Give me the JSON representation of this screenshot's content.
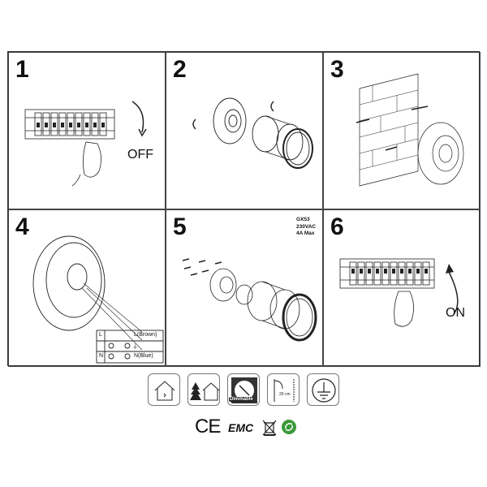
{
  "steps": [
    {
      "number": "1",
      "caption": "OFF"
    },
    {
      "number": "2"
    },
    {
      "number": "3"
    },
    {
      "number": "4"
    },
    {
      "number": "5"
    },
    {
      "number": "6",
      "caption": "ON"
    }
  ],
  "wiring": {
    "rows": [
      {
        "code": "L",
        "label": "L(Brown)"
      },
      {
        "code": "⏚",
        "label": "⏚"
      },
      {
        "code": "N",
        "label": "N(Blue)"
      }
    ]
  },
  "specs": {
    "socket": "GX53",
    "voltage": "230VAC",
    "current": "4A Max"
  },
  "features": {
    "indoor_icon": "house-icon",
    "outdoor_icon": "tree-house-icon",
    "dimmable_label": "Dimmable",
    "distance_label": "20 cm",
    "earth_icon": "earth-ground-icon"
  },
  "certifications": {
    "ce": "CE",
    "emc": "EMC",
    "weee_icon": "crossed-bin-icon",
    "recycle_icon": "recycle-icon"
  }
}
